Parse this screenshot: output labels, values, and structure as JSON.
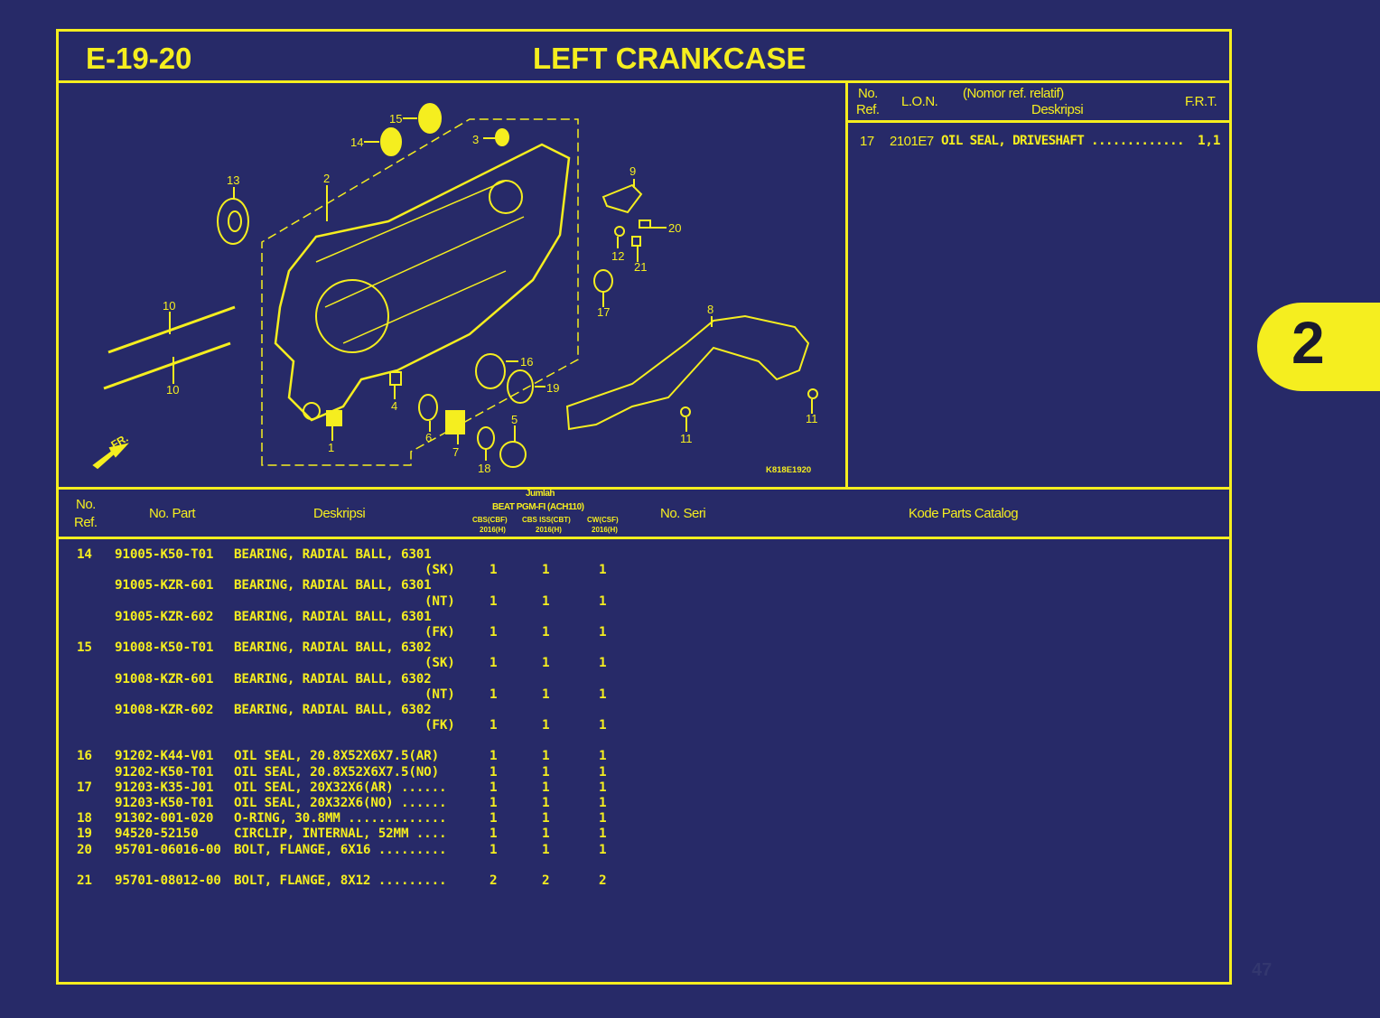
{
  "header": {
    "code": "E-19-20",
    "title": "LEFT CRANKCASE"
  },
  "side_tab": {
    "label": "2"
  },
  "page_number": "47",
  "colors": {
    "background": "#272a68",
    "accent": "#f5ee1f"
  },
  "diagram": {
    "drawing_code": "K818E1920",
    "front_label": "FR.",
    "callouts": [
      "1",
      "2",
      "3",
      "4",
      "5",
      "6",
      "7",
      "8",
      "9",
      "10",
      "10",
      "11",
      "11",
      "12",
      "13",
      "14",
      "15",
      "16",
      "17",
      "18",
      "19",
      "20",
      "21"
    ]
  },
  "frt_panel": {
    "headers": {
      "no_ref_1": "No.",
      "no_ref_2": "Ref.",
      "lon": "L.O.N.",
      "desc_1": "(Nomor ref. relatif)",
      "desc_2": "Deskripsi",
      "frt": "F.R.T."
    },
    "rows": [
      {
        "ref": "17",
        "lon": "2101E7",
        "desc": "OIL SEAL, DRIVESHAFT .............",
        "frt": "1,1"
      }
    ]
  },
  "parts_table": {
    "headers": {
      "no_ref_1": "No.",
      "no_ref_2": "Ref.",
      "part": "No. Part",
      "desc": "Deskripsi",
      "jumlah": "Jumlah",
      "model": "BEAT PGM-FI (ACH110)",
      "variants": [
        {
          "name": "CBS(CBF)",
          "year": "2016(H)"
        },
        {
          "name": "CBS ISS(CBT)",
          "year": "2016(H)"
        },
        {
          "name": "CW(CSF)",
          "year": "2016(H)"
        }
      ],
      "serial": "No. Seri",
      "catalog": "Kode Parts Catalog"
    },
    "lines": [
      {
        "ref": "14",
        "part": "91005-K50-T01",
        "desc": "BEARING, RADIAL BALL, 6301"
      },
      {
        "suffix": "(SK)",
        "qty": [
          "1",
          "1",
          "1"
        ]
      },
      {
        "part": "91005-KZR-601",
        "desc": "BEARING, RADIAL BALL, 6301"
      },
      {
        "suffix": "(NT)",
        "qty": [
          "1",
          "1",
          "1"
        ]
      },
      {
        "part": "91005-KZR-602",
        "desc": "BEARING, RADIAL BALL, 6301"
      },
      {
        "suffix": "(FK)",
        "qty": [
          "1",
          "1",
          "1"
        ]
      },
      {
        "ref": "15",
        "part": "91008-K50-T01",
        "desc": "BEARING, RADIAL BALL, 6302"
      },
      {
        "suffix": "(SK)",
        "qty": [
          "1",
          "1",
          "1"
        ]
      },
      {
        "part": "91008-KZR-601",
        "desc": "BEARING, RADIAL BALL, 6302"
      },
      {
        "suffix": "(NT)",
        "qty": [
          "1",
          "1",
          "1"
        ]
      },
      {
        "part": "91008-KZR-602",
        "desc": "BEARING, RADIAL BALL, 6302"
      },
      {
        "suffix": "(FK)",
        "qty": [
          "1",
          "1",
          "1"
        ]
      },
      {},
      {
        "ref": "16",
        "part": "91202-K44-V01",
        "desc": "OIL SEAL, 20.8X52X6X7.5(AR)",
        "qty": [
          "1",
          "1",
          "1"
        ]
      },
      {
        "part": "91202-K50-T01",
        "desc": "OIL SEAL, 20.8X52X6X7.5(NO)",
        "qty": [
          "1",
          "1",
          "1"
        ]
      },
      {
        "ref": "17",
        "part": "91203-K35-J01",
        "desc": "OIL SEAL, 20X32X6(AR) ......",
        "qty": [
          "1",
          "1",
          "1"
        ]
      },
      {
        "part": "91203-K50-T01",
        "desc": "OIL SEAL, 20X32X6(NO) ......",
        "qty": [
          "1",
          "1",
          "1"
        ]
      },
      {
        "ref": "18",
        "part": "91302-001-020",
        "desc": "O-RING, 30.8MM .............",
        "qty": [
          "1",
          "1",
          "1"
        ]
      },
      {
        "ref": "19",
        "part": "94520-52150",
        "desc": "CIRCLIP, INTERNAL, 52MM ....",
        "qty": [
          "1",
          "1",
          "1"
        ]
      },
      {
        "ref": "20",
        "part": "95701-06016-00",
        "desc": "BOLT, FLANGE, 6X16 .........",
        "qty": [
          "1",
          "1",
          "1"
        ]
      },
      {},
      {
        "ref": "21",
        "part": "95701-08012-00",
        "desc": "BOLT, FLANGE, 8X12 .........",
        "qty": [
          "2",
          "2",
          "2"
        ]
      }
    ]
  }
}
